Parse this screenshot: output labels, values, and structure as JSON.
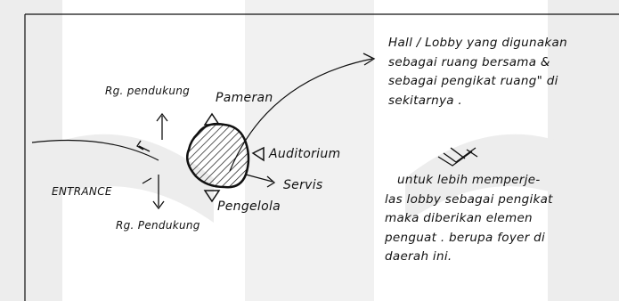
{
  "labels": {
    "pendukung_top": "Rg. pendukung",
    "pameran": "Pameran",
    "auditorium": "Auditorium",
    "servis": "Servis",
    "pengelola": "Pengelola",
    "pendukung_bottom": "Rg. Pendukung",
    "entrance": "ENTRANCE"
  },
  "note_top": [
    "Hall / Lobby yang digunakan",
    "sebagai ruang bersama &",
    "sebagai pengikat ruang\" di",
    "sekitarnya ."
  ],
  "note_bottom": [
    "untuk lebih memperje-",
    "las lobby sebagai pengikat",
    "maka diberikan elemen",
    "penguat . berupa foyer di",
    "daerah ini."
  ],
  "colors": {
    "ink": "#111111",
    "watermark": "#f0f0f0",
    "background": "#ffffff"
  }
}
